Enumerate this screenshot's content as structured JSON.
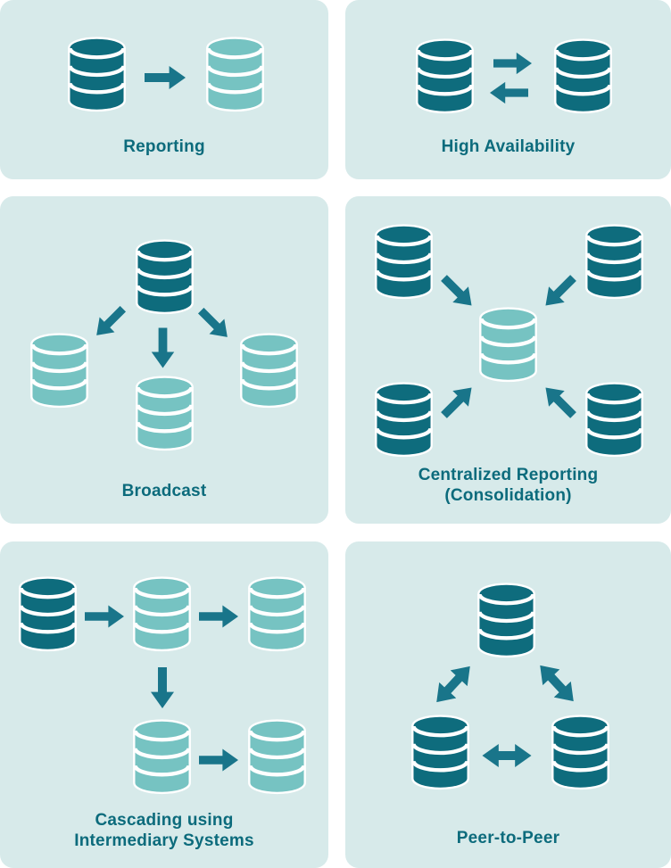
{
  "colors": {
    "page_bg": "#ffffff",
    "panel_bg": "#d7eaea",
    "db_dark": "#0e6c7d",
    "db_light": "#76c3c2",
    "arrow": "#19758a",
    "label_text": "#0c6b7c",
    "icon_outline": "#ffffff"
  },
  "icons": {
    "database-icon": "stacked database cylinder with white outline and band separators",
    "arrow-icon": "solid single-headed block arrow",
    "double-arrow-icon": "solid double-headed block arrow"
  },
  "panels": [
    {
      "label": "Reporting",
      "nodes": [
        {
          "icon": "database",
          "shade": "dark"
        },
        {
          "icon": "database",
          "shade": "light"
        }
      ],
      "connections": [
        {
          "type": "single-arrow",
          "from": 0,
          "to": 1
        }
      ]
    },
    {
      "label": "High Availability",
      "nodes": [
        {
          "icon": "database",
          "shade": "dark"
        },
        {
          "icon": "database",
          "shade": "dark"
        }
      ],
      "connections": [
        {
          "type": "single-arrow",
          "from": 0,
          "to": 1
        },
        {
          "type": "single-arrow",
          "from": 1,
          "to": 0
        }
      ]
    },
    {
      "label": "Broadcast",
      "nodes": [
        {
          "icon": "database",
          "shade": "dark",
          "position": "top-center"
        },
        {
          "icon": "database",
          "shade": "light",
          "position": "bottom-left"
        },
        {
          "icon": "database",
          "shade": "light",
          "position": "bottom-center"
        },
        {
          "icon": "database",
          "shade": "light",
          "position": "bottom-right"
        }
      ],
      "connections": [
        {
          "type": "single-arrow",
          "from": 0,
          "to": 1
        },
        {
          "type": "single-arrow",
          "from": 0,
          "to": 2
        },
        {
          "type": "single-arrow",
          "from": 0,
          "to": 3
        }
      ]
    },
    {
      "label": "Centralized Reporting\n(Consolidation)",
      "nodes": [
        {
          "icon": "database",
          "shade": "dark",
          "position": "top-left"
        },
        {
          "icon": "database",
          "shade": "dark",
          "position": "top-right"
        },
        {
          "icon": "database",
          "shade": "dark",
          "position": "bottom-left"
        },
        {
          "icon": "database",
          "shade": "dark",
          "position": "bottom-right"
        },
        {
          "icon": "database",
          "shade": "light",
          "position": "center"
        }
      ],
      "connections": [
        {
          "type": "single-arrow",
          "from": 0,
          "to": 4
        },
        {
          "type": "single-arrow",
          "from": 1,
          "to": 4
        },
        {
          "type": "single-arrow",
          "from": 2,
          "to": 4
        },
        {
          "type": "single-arrow",
          "from": 3,
          "to": 4
        }
      ]
    },
    {
      "label": "Cascading using\nIntermediary Systems",
      "nodes": [
        {
          "icon": "database",
          "shade": "dark",
          "position": "row1-left"
        },
        {
          "icon": "database",
          "shade": "light",
          "position": "row1-center"
        },
        {
          "icon": "database",
          "shade": "light",
          "position": "row1-right"
        },
        {
          "icon": "database",
          "shade": "light",
          "position": "row2-center"
        },
        {
          "icon": "database",
          "shade": "light",
          "position": "row2-right"
        }
      ],
      "connections": [
        {
          "type": "single-arrow",
          "from": 0,
          "to": 1
        },
        {
          "type": "single-arrow",
          "from": 1,
          "to": 2
        },
        {
          "type": "single-arrow",
          "from": 1,
          "to": 3
        },
        {
          "type": "single-arrow",
          "from": 3,
          "to": 4
        }
      ]
    },
    {
      "label": "Peer-to-Peer",
      "nodes": [
        {
          "icon": "database",
          "shade": "dark",
          "position": "top-center"
        },
        {
          "icon": "database",
          "shade": "dark",
          "position": "bottom-left"
        },
        {
          "icon": "database",
          "shade": "dark",
          "position": "bottom-right"
        }
      ],
      "connections": [
        {
          "type": "double-arrow",
          "between": [
            0,
            1
          ]
        },
        {
          "type": "double-arrow",
          "between": [
            0,
            2
          ]
        },
        {
          "type": "double-arrow",
          "between": [
            1,
            2
          ]
        }
      ]
    }
  ]
}
